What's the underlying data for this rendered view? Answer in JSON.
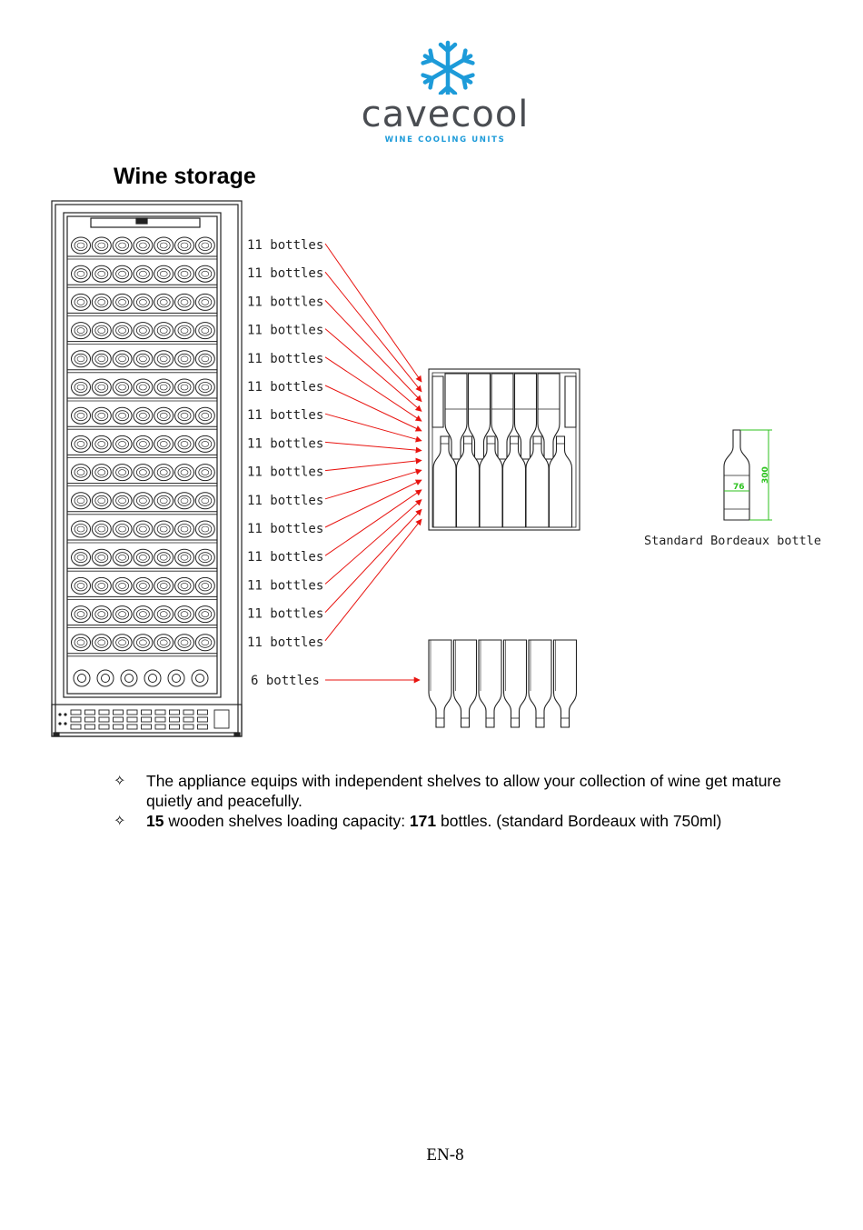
{
  "logo": {
    "brand": "cavecool",
    "tagline": "WINE COOLING UNITS",
    "icon": "snowflake-icon",
    "color": "#1d9bd9"
  },
  "section_title": "Wine storage",
  "diagram": {
    "shelf_labels": [
      "11 bottles",
      "11 bottles",
      "11 bottles",
      "11 bottles",
      "11 bottles",
      "11 bottles",
      "11 bottles",
      "11 bottles",
      "11 bottles",
      "11 bottles",
      "11 bottles",
      "11 bottles",
      "11 bottles",
      "11 bottles",
      "11 bottles"
    ],
    "bottom_label": "6 bottles",
    "bottle_caption": "Standard Bordeaux bottle",
    "bottle_width": "76",
    "bottle_height": "300",
    "arrow_color": "#e8130f",
    "dimension_color": "#2cc21e"
  },
  "bullets": [
    {
      "text": "The appliance equips with independent shelves to allow your collection of wine get mature quietly and peacefully."
    },
    {
      "shelves": "15",
      "text_a": " wooden shelves loading capacity: ",
      "capacity": "171",
      "text_b": " bottles. (standard Bordeaux with 750ml)"
    }
  ],
  "bullet_symbol": "✧",
  "page_number": "EN-8"
}
